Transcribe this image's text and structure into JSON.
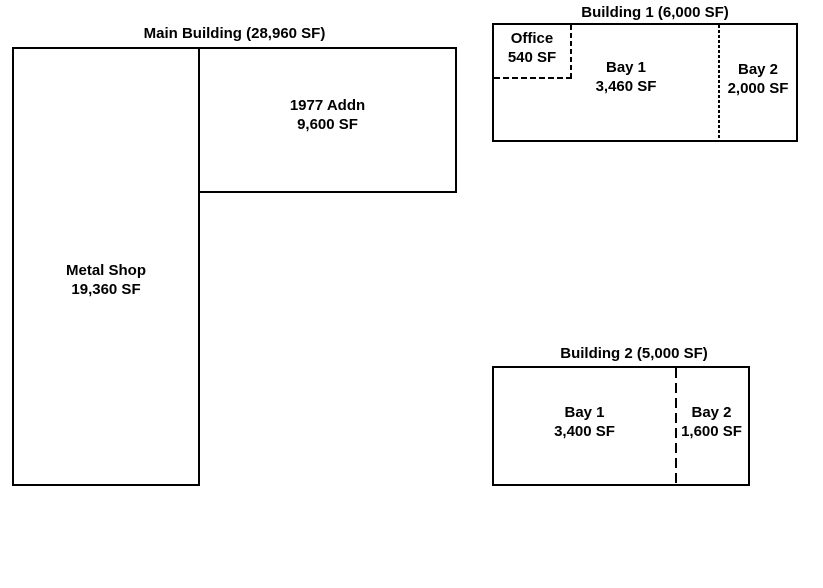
{
  "diagram": {
    "background": "#ffffff",
    "line_color": "#000000",
    "text_color": "#000000",
    "buildings": {
      "main": {
        "title": "Main Building (28,960 SF)",
        "metal_shop": {
          "name": "Metal Shop",
          "area": "19,360 SF"
        },
        "addn": {
          "name": "1977 Addn",
          "area": "9,600 SF"
        }
      },
      "building1": {
        "title": "Building 1 (6,000 SF)",
        "office": {
          "name": "Office",
          "area": "540 SF"
        },
        "bay1": {
          "name": "Bay 1",
          "area": "3,460 SF"
        },
        "bay2": {
          "name": "Bay 2",
          "area": "2,000 SF"
        }
      },
      "building2": {
        "title": "Building 2 (5,000 SF)",
        "bay1": {
          "name": "Bay 1",
          "area": "3,400 SF"
        },
        "bay2": {
          "name": "Bay 2",
          "area": "1,600 SF"
        }
      }
    }
  }
}
